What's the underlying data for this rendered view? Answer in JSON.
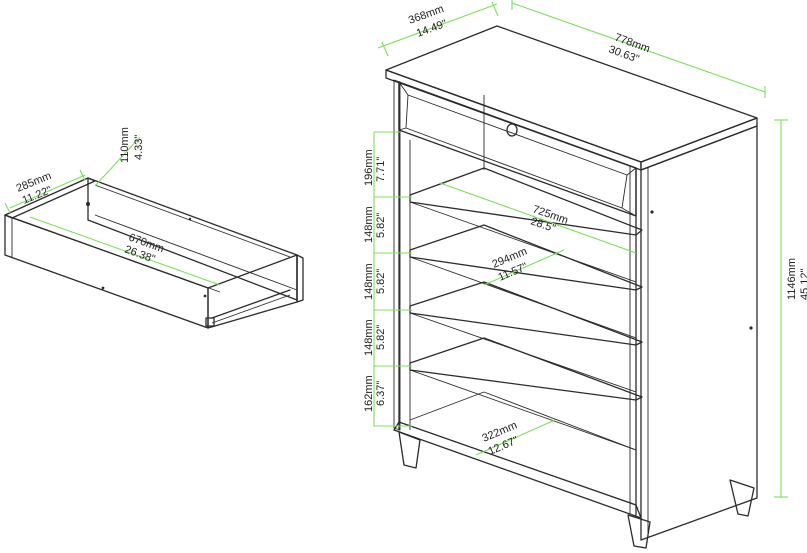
{
  "colors": {
    "outline": "#2b2b2b",
    "dimension": "#7ce05a",
    "text": "#222222",
    "background": "#ffffff"
  },
  "drawer": {
    "depth": {
      "mm": "285mm",
      "in": "11.22\""
    },
    "height": {
      "mm": "110mm",
      "in": "4.33\""
    },
    "width": {
      "mm": "670mm",
      "in": "26.38\""
    }
  },
  "cabinet": {
    "depth": {
      "mm": "368mm",
      "in": "14.49\""
    },
    "width": {
      "mm": "778mm",
      "in": "30.63\""
    },
    "height": {
      "mm": "1146mm",
      "in": "45.12\""
    },
    "shelf_width": {
      "mm": "725mm",
      "in": "28.5\""
    },
    "shelf_depth": {
      "mm": "294mm",
      "in": "11.57\""
    },
    "bottom_depth": {
      "mm": "322mm",
      "in": "12.67\""
    },
    "compartments": [
      {
        "mm": "196mm",
        "in": "7.71\""
      },
      {
        "mm": "148mm",
        "in": "5.82\""
      },
      {
        "mm": "148mm",
        "in": "5.82\""
      },
      {
        "mm": "148mm",
        "in": "5.82\""
      },
      {
        "mm": "162mm",
        "in": "6.37\""
      }
    ]
  }
}
